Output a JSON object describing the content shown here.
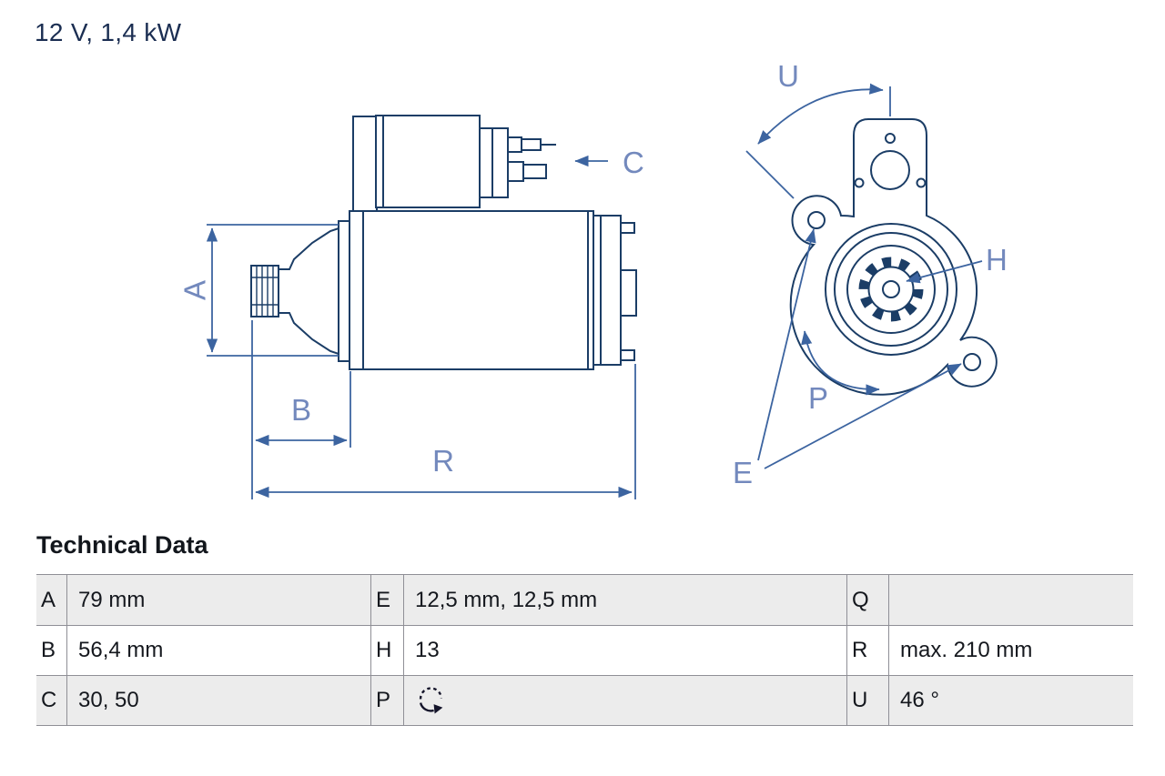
{
  "title": "12 V, 1,4 kW",
  "diagram": {
    "name": "starter-motor-technical-drawing",
    "labels": {
      "a": "A",
      "b": "B",
      "c": "C",
      "r": "R",
      "u": "U",
      "h": "H",
      "p": "P",
      "e": "E"
    },
    "colors": {
      "outline": "#1b3d66",
      "dimension": "#3c64a0",
      "dim_label": "#7389bd"
    }
  },
  "table": {
    "heading": "Technical Data",
    "rows": [
      {
        "cells": [
          {
            "key": "A",
            "value": "79 mm"
          },
          {
            "key": "E",
            "value": "12,5 mm, 12,5 mm"
          },
          {
            "key": "Q",
            "value": ""
          }
        ]
      },
      {
        "cells": [
          {
            "key": "B",
            "value": "56,4 mm"
          },
          {
            "key": "H",
            "value": "13"
          },
          {
            "key": "R",
            "value": "max. 210 mm"
          }
        ]
      },
      {
        "cells": [
          {
            "key": "C",
            "value": "30, 50"
          },
          {
            "key": "P",
            "value": "",
            "icon": "rotation-direction-icon"
          },
          {
            "key": "U",
            "value": "46 °"
          }
        ]
      }
    ]
  }
}
